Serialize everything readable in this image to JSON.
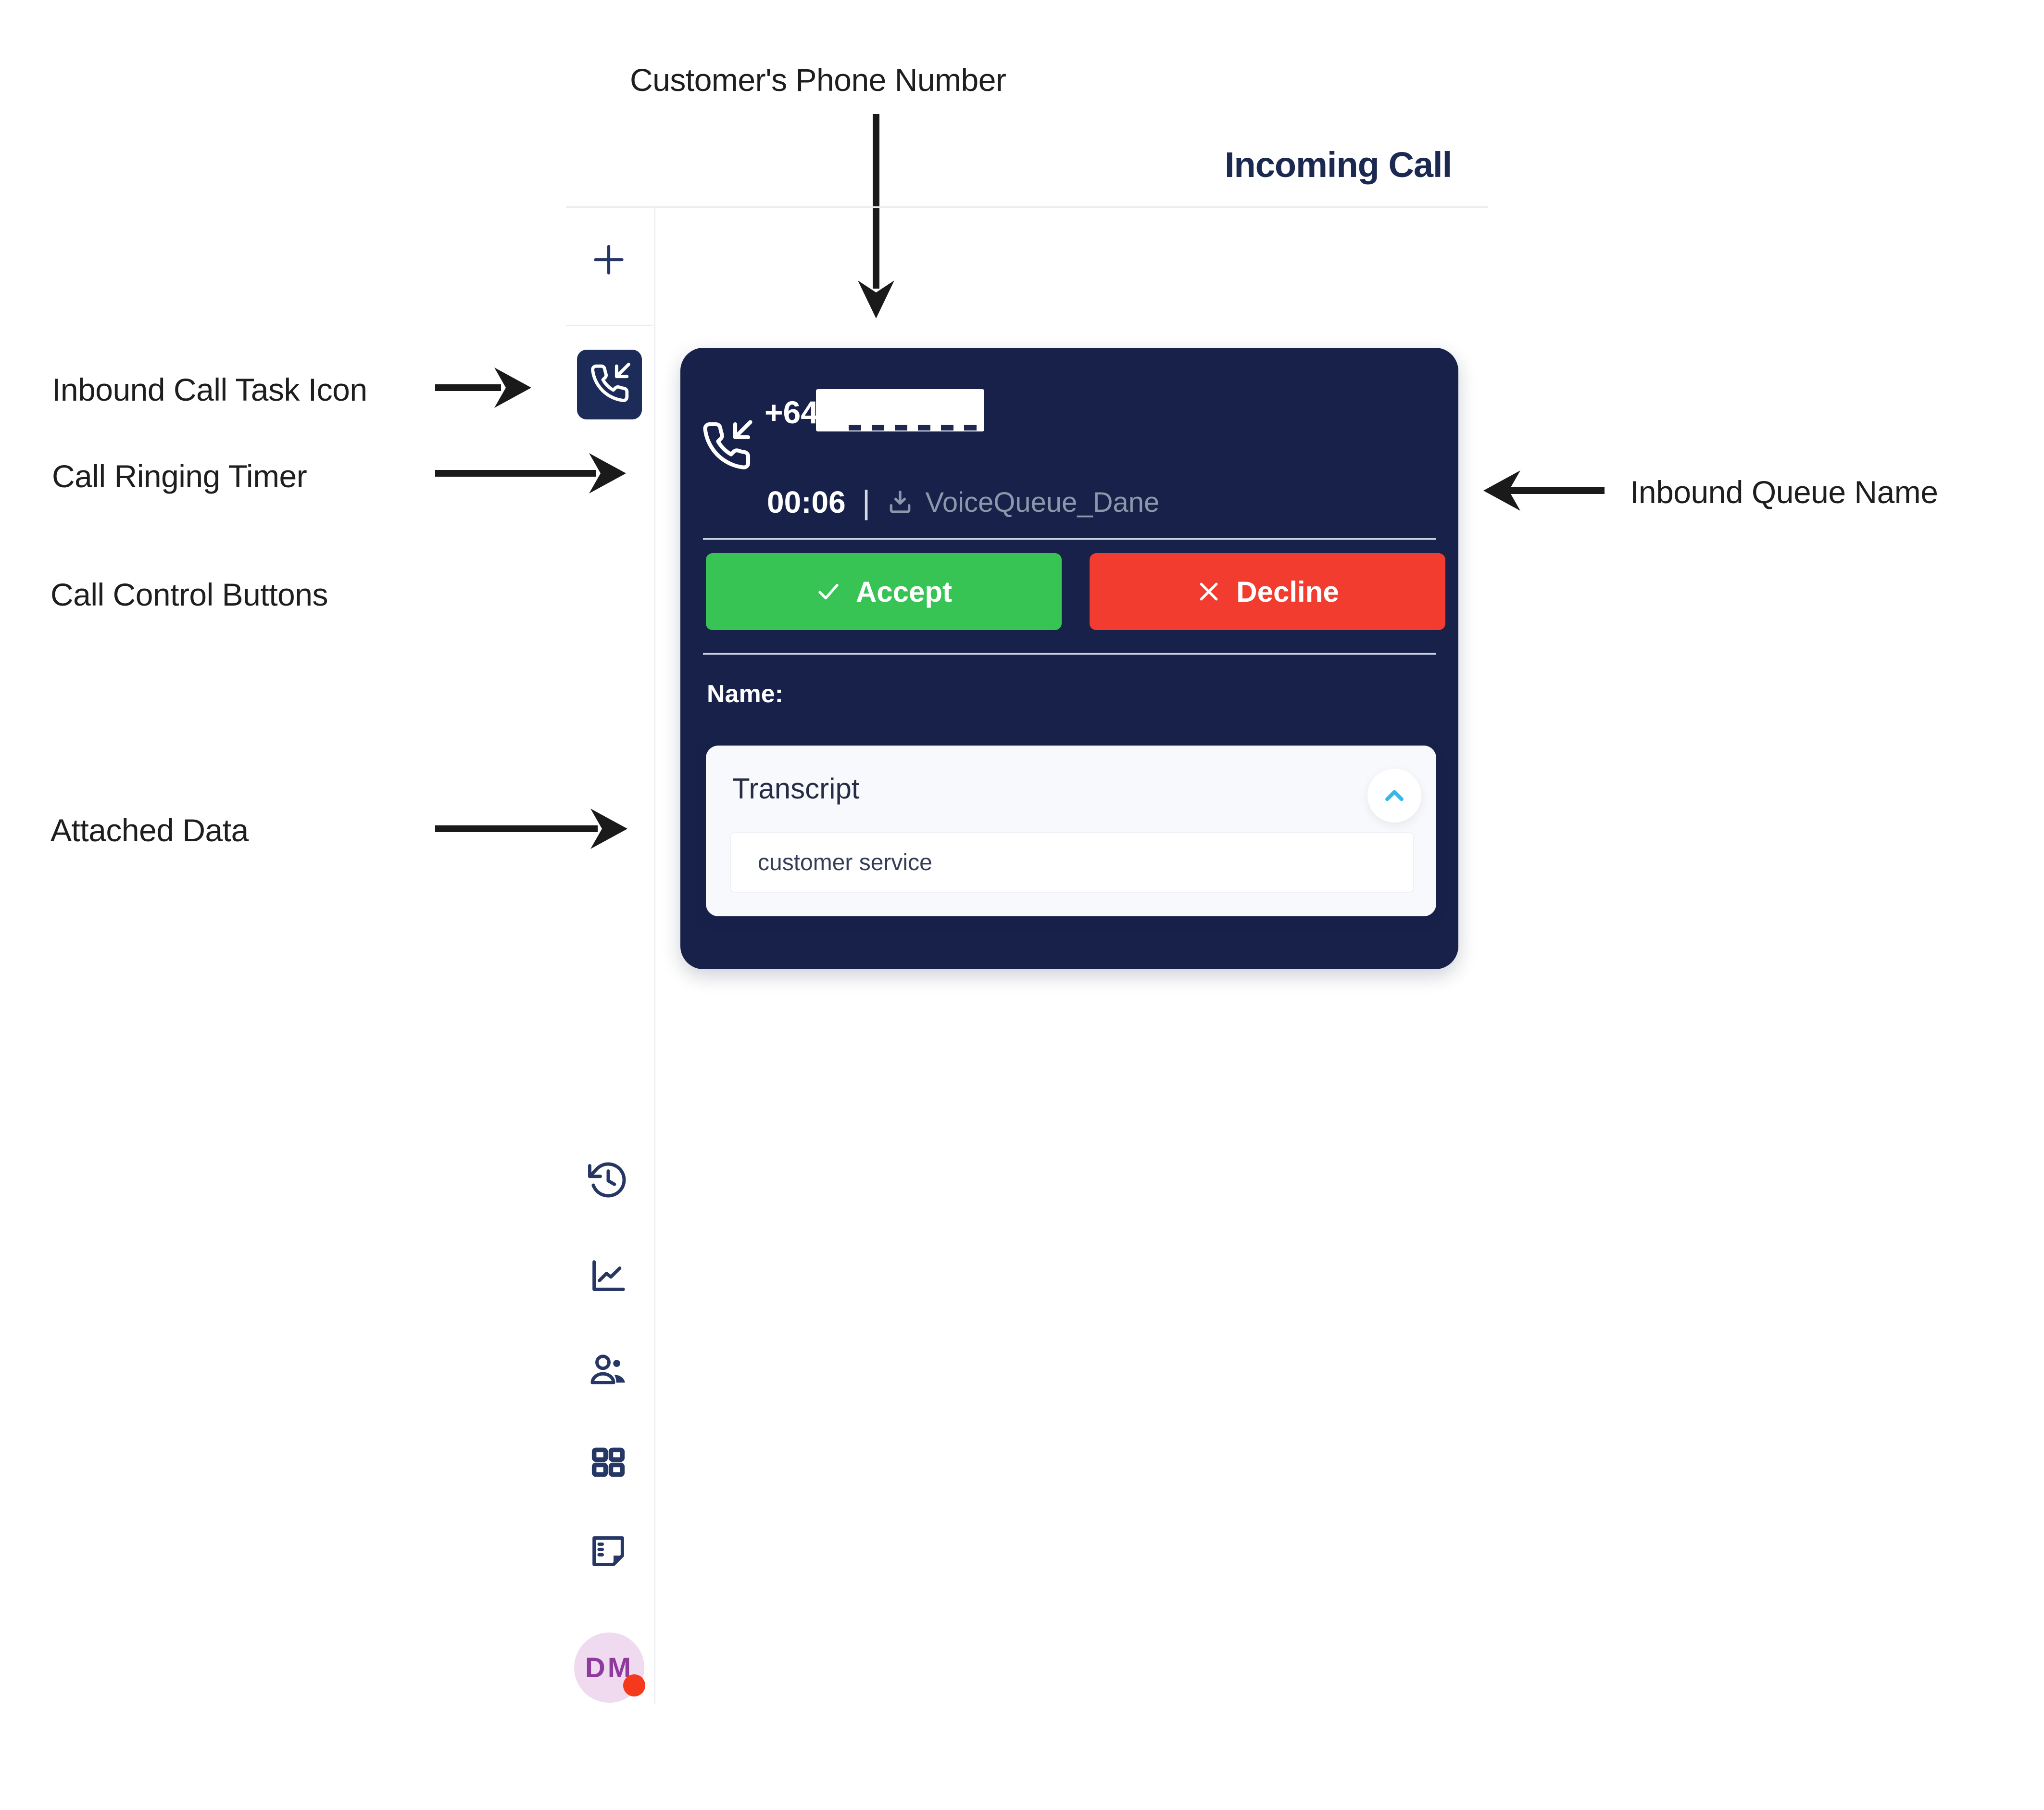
{
  "annotations": {
    "customer_phone": "Customer's Phone Number",
    "inbound_task": "Inbound Call Task Icon",
    "ringing_timer": "Call Ringing Timer",
    "call_controls": "Call Control Buttons",
    "attached_data": "Attached Data",
    "inbound_queue": "Inbound Queue Name"
  },
  "header": {
    "title": "Incoming Call"
  },
  "sidebar": {
    "avatar_initials": "DM",
    "icons": [
      {
        "name": "add-task-icon"
      },
      {
        "name": "inbound-call-icon",
        "selected": true
      },
      {
        "name": "history-icon"
      },
      {
        "name": "reports-chart-icon"
      },
      {
        "name": "contacts-icon"
      },
      {
        "name": "apps-grid-icon"
      },
      {
        "name": "notes-icon"
      },
      {
        "name": "user-avatar",
        "status": "busy"
      }
    ]
  },
  "call_card": {
    "phone_prefix": "+64",
    "ring_timer": "00:06",
    "separator": "|",
    "queue_name": "VoiceQueue_Dane",
    "accept_label": "Accept",
    "decline_label": "Decline",
    "name_label": "Name:",
    "transcript_title": "Transcript",
    "transcript_value": "customer service"
  },
  "colors": {
    "card_navy": "#18214a",
    "selected_tile_navy": "#1c2b58",
    "accept_green": "#38c455",
    "decline_red": "#f23c30",
    "muted_text": "#8d97ab",
    "chevron_blue": "#38b6ea",
    "avatar_bg": "#efdaf0",
    "avatar_text": "#8f3a9d",
    "status_dot_red": "#f4391d",
    "icon_navy": "#263765",
    "title_navy": "#1c2a52"
  }
}
